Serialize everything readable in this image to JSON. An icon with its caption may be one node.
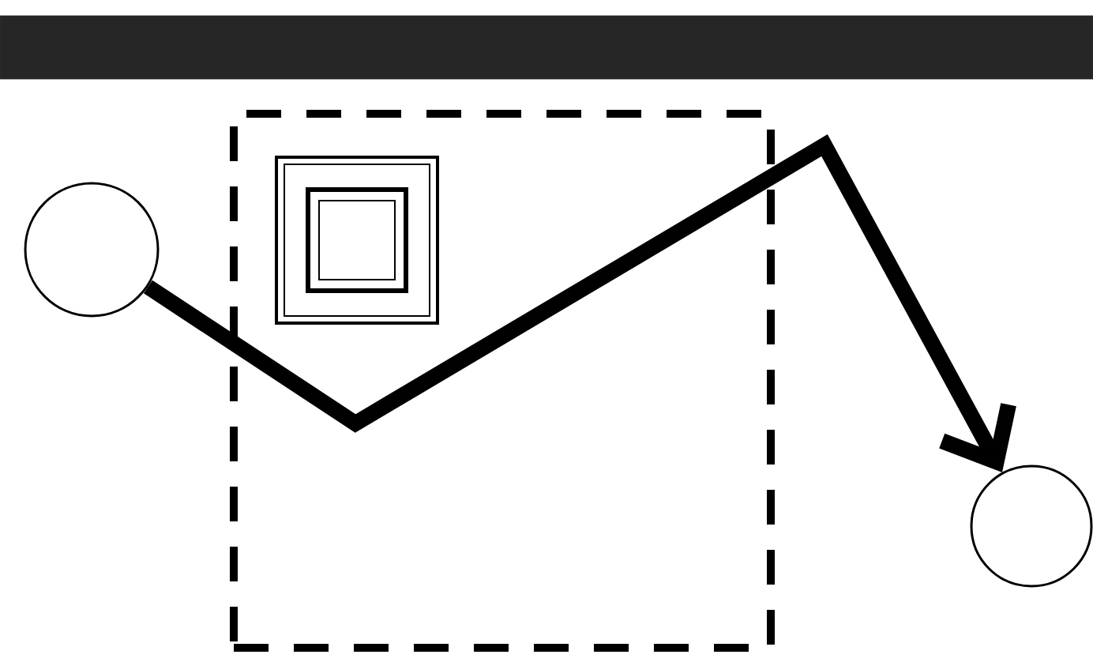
{
  "diagram": {
    "nodes": [
      {
        "text": [],
        "shape": "bar"
      },
      {
        "text": [],
        "shape": "circle"
      },
      {
        "text": [],
        "shape": "box"
      },
      {
        "text": [],
        "shape": "box",
        "in": 2
      },
      {
        "text": [],
        "shape": "circle"
      }
    ],
    "edges": [
      {
        "from": 1,
        "to": 4,
        "arrow": "to"
      }
    ]
  }
}
